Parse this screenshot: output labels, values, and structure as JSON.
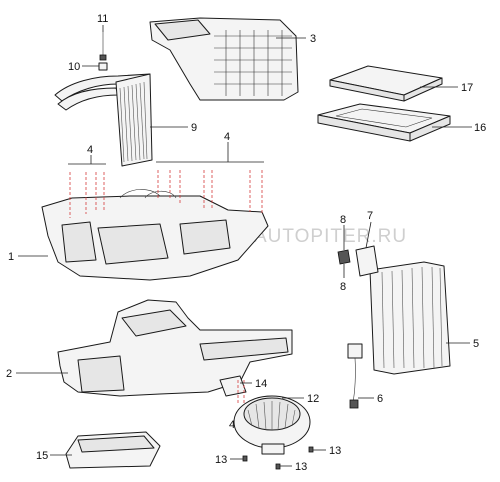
{
  "watermark": "AUTOPITER.RU",
  "callouts": {
    "c1": "1",
    "c2": "2",
    "c3": "3",
    "c4_top": "4",
    "c4_mid": "4",
    "c4_bot": "4",
    "c5": "5",
    "c6": "6",
    "c7": "7",
    "c8_top": "8",
    "c8_bot": "8",
    "c9": "9",
    "c10": "10",
    "c11": "11",
    "c12": "12",
    "c13_left": "13",
    "c13_right": "13",
    "c13_bottom": "13",
    "c14": "14",
    "c15": "15",
    "c16": "16",
    "c17": "17"
  }
}
